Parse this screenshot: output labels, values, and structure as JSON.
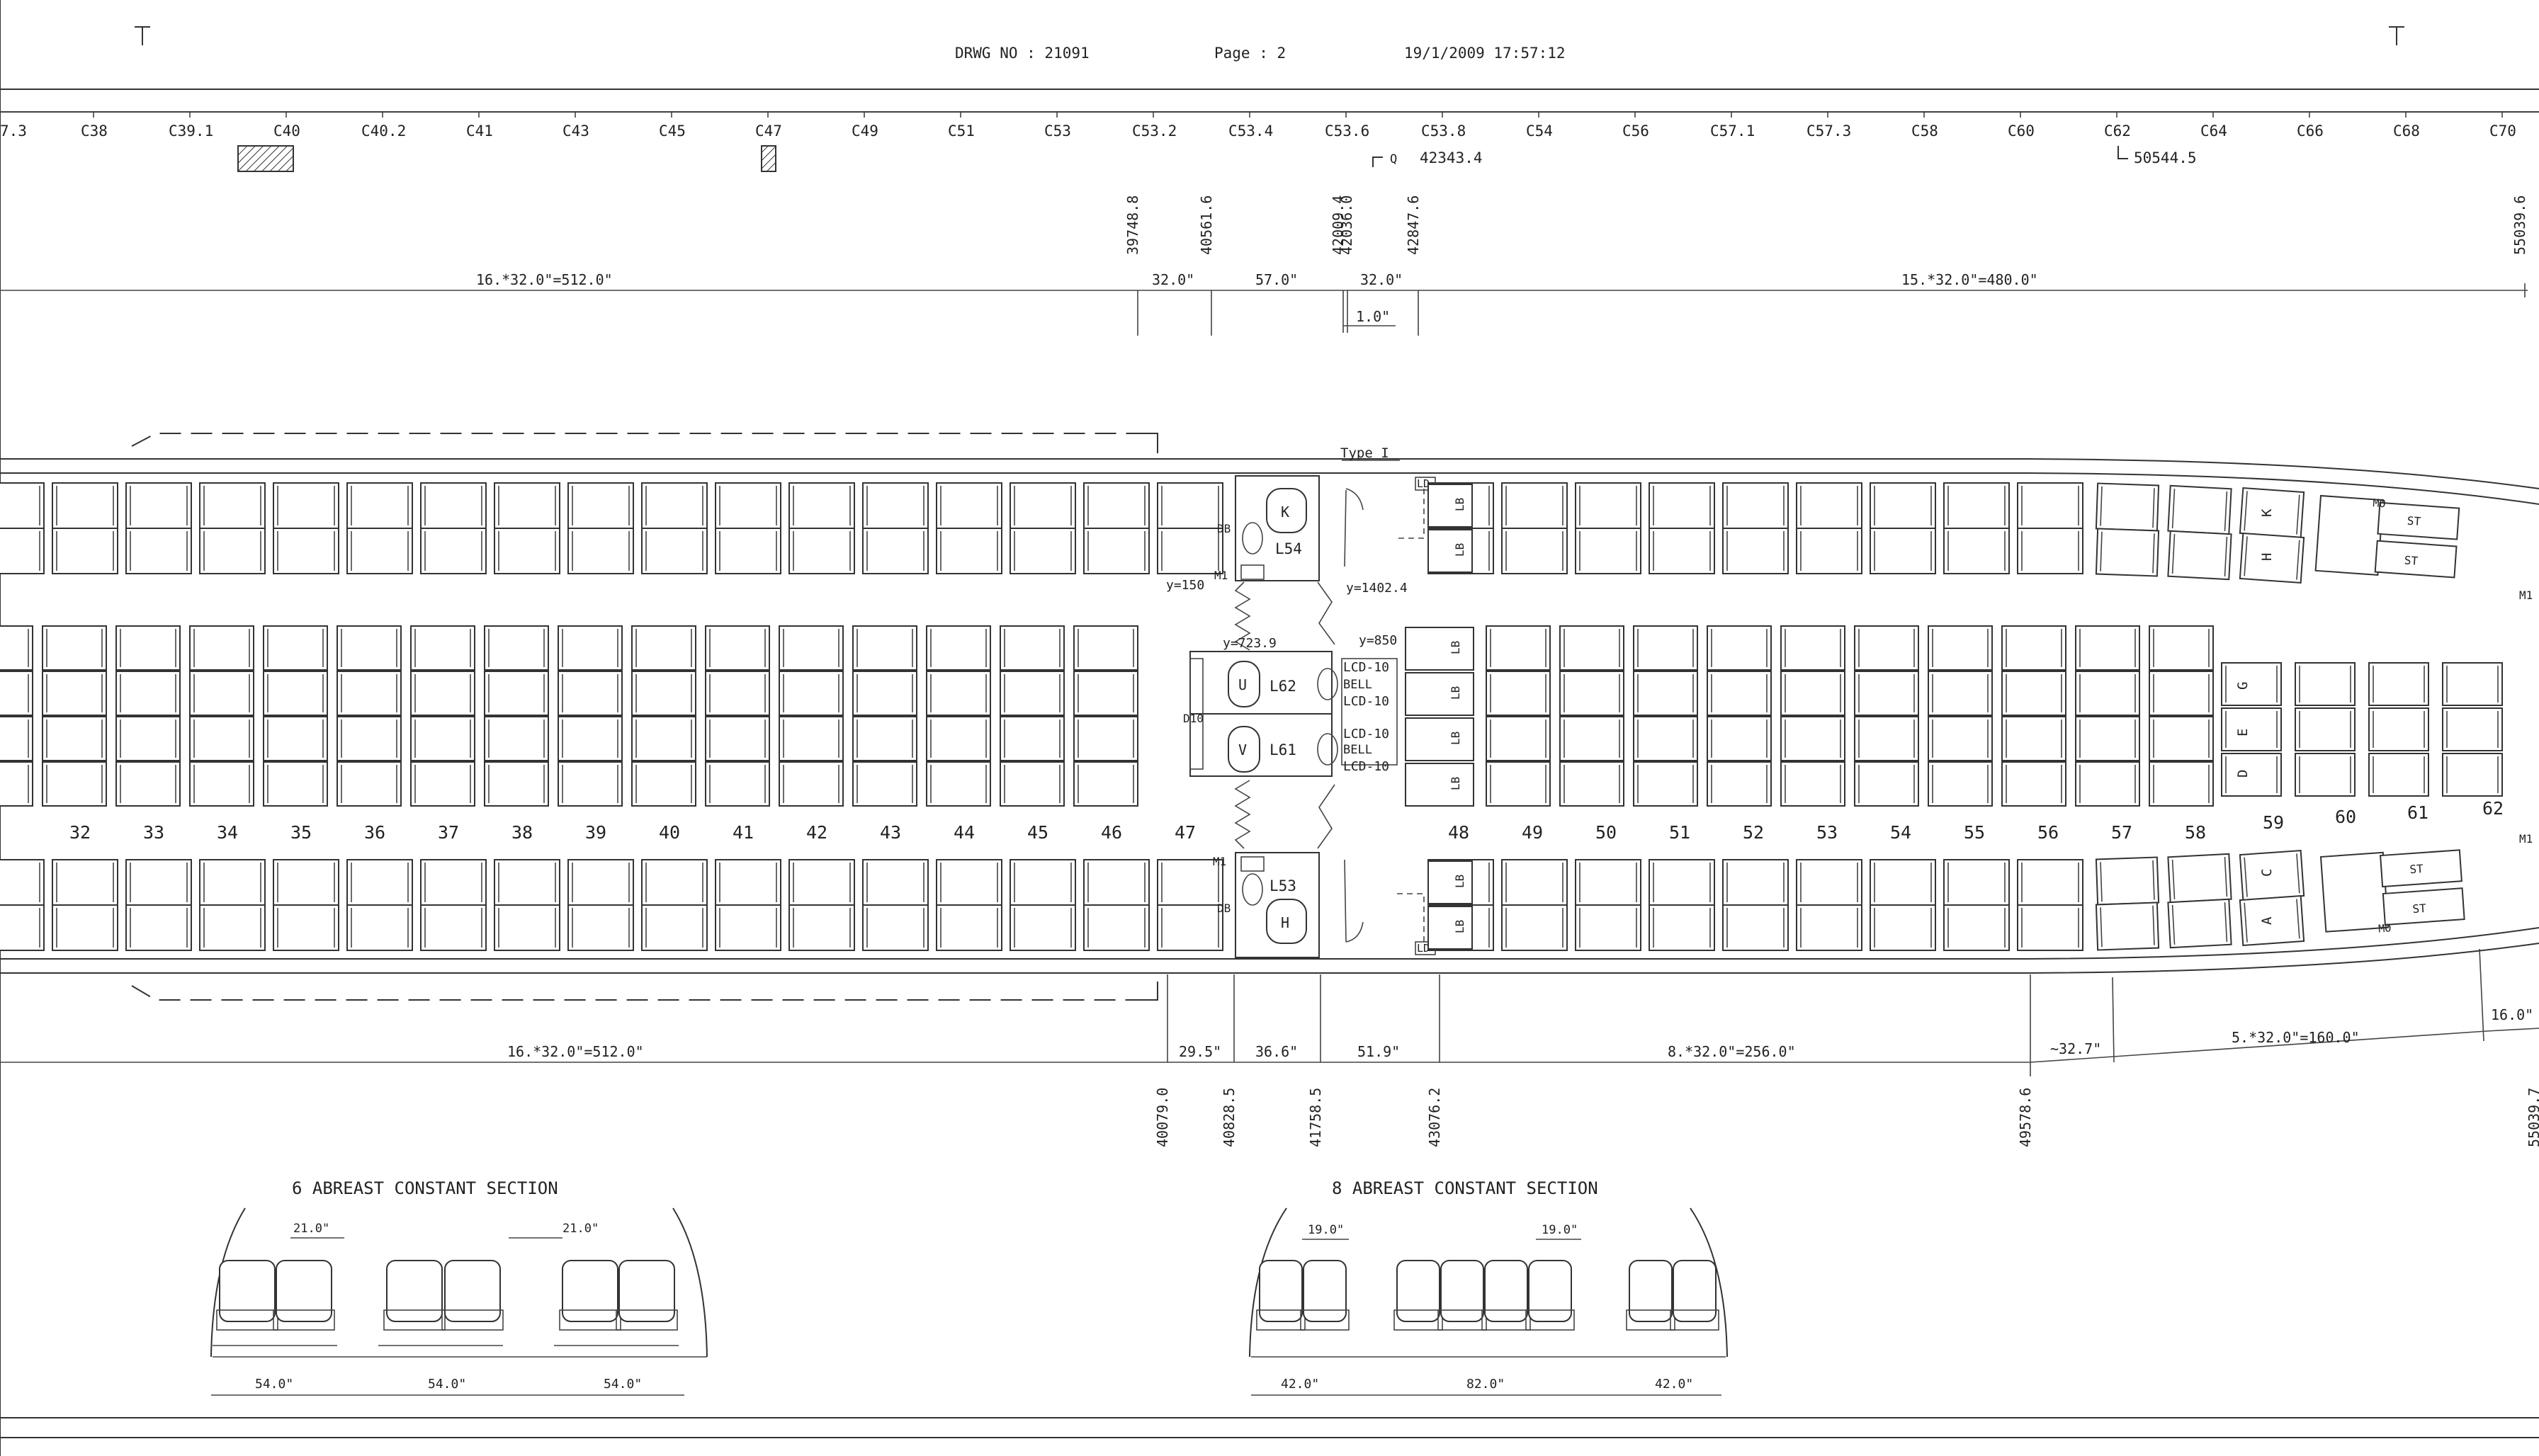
{
  "header": {
    "drawing_no": "DRWG NO : 21091",
    "page": "Page : 2",
    "datetime": "19/1/2009 17:57:12"
  },
  "frames": [
    "C38",
    "C39.1",
    "C40",
    "C40.2",
    "C41",
    "C43",
    "C45",
    "C47",
    "C49",
    "C51",
    "C53",
    "C53.2",
    "C53.4",
    "C53.6",
    "C53.8",
    "C54",
    "C56",
    "C57.1",
    "C57.3",
    "C58",
    "C60",
    "C62",
    "C64",
    "C66",
    "C68",
    "C70"
  ],
  "frame_partial": "7.3",
  "stations_top": [
    "39748.8",
    "40561.6",
    "42009.4",
    "42036.0",
    "42847.6",
    "55039.6"
  ],
  "stations_bottom": [
    "40079.0",
    "40828.5",
    "41758.5",
    "43076.2",
    "49578.6",
    "55039.7"
  ],
  "refs": {
    "q_label": "Q",
    "q_value": "42343.4",
    "l_value": "50544.5"
  },
  "dims_top": [
    "16.*32.0\"=512.0\"",
    "32.0\"",
    "57.0\"",
    "32.0\"",
    "1.0\"",
    "15.*32.0\"=480.0\""
  ],
  "dims_bottom": [
    "16.*32.0\"=512.0\"",
    "29.5\"",
    "36.6\"",
    "51.9\"",
    "8.*32.0\"=256.0\"",
    "~32.7\"",
    "5.*32.0\"=160.0\"",
    "16.0\""
  ],
  "rows": [
    "32",
    "33",
    "34",
    "35",
    "36",
    "37",
    "38",
    "39",
    "40",
    "41",
    "42",
    "43",
    "44",
    "45",
    "46",
    "47",
    "48",
    "49",
    "50",
    "51",
    "52",
    "53",
    "54",
    "55",
    "56",
    "57",
    "58",
    "59",
    "60",
    "61",
    "62"
  ],
  "galleys": {
    "L54": "L54",
    "L62": "L62",
    "L61": "L61",
    "L53": "L53",
    "K": "K",
    "U": "U",
    "V": "V",
    "H": "H"
  },
  "annotations": {
    "type_i": "Type I",
    "y150": "y=150",
    "y1402": "y=1402.4",
    "y723": "y=723.9",
    "y850": "y=850",
    "lcd": "LCD-10",
    "bell": "BELL",
    "lb": "LB",
    "ld": "LD",
    "db": "DB",
    "m1": "M1",
    "d10": "D10",
    "mo": "MO",
    "st": "ST",
    "seat_letters": [
      "K",
      "H",
      "G",
      "E",
      "D",
      "C",
      "A"
    ]
  },
  "sections": {
    "six": {
      "title": "6 ABREAST CONSTANT SECTION",
      "aisle": "21.0\"",
      "block": "54.0\""
    },
    "eight": {
      "title": "8 ABREAST CONSTANT SECTION",
      "aisle": "19.0\"",
      "outer": "42.0\"",
      "center": "82.0\""
    }
  }
}
